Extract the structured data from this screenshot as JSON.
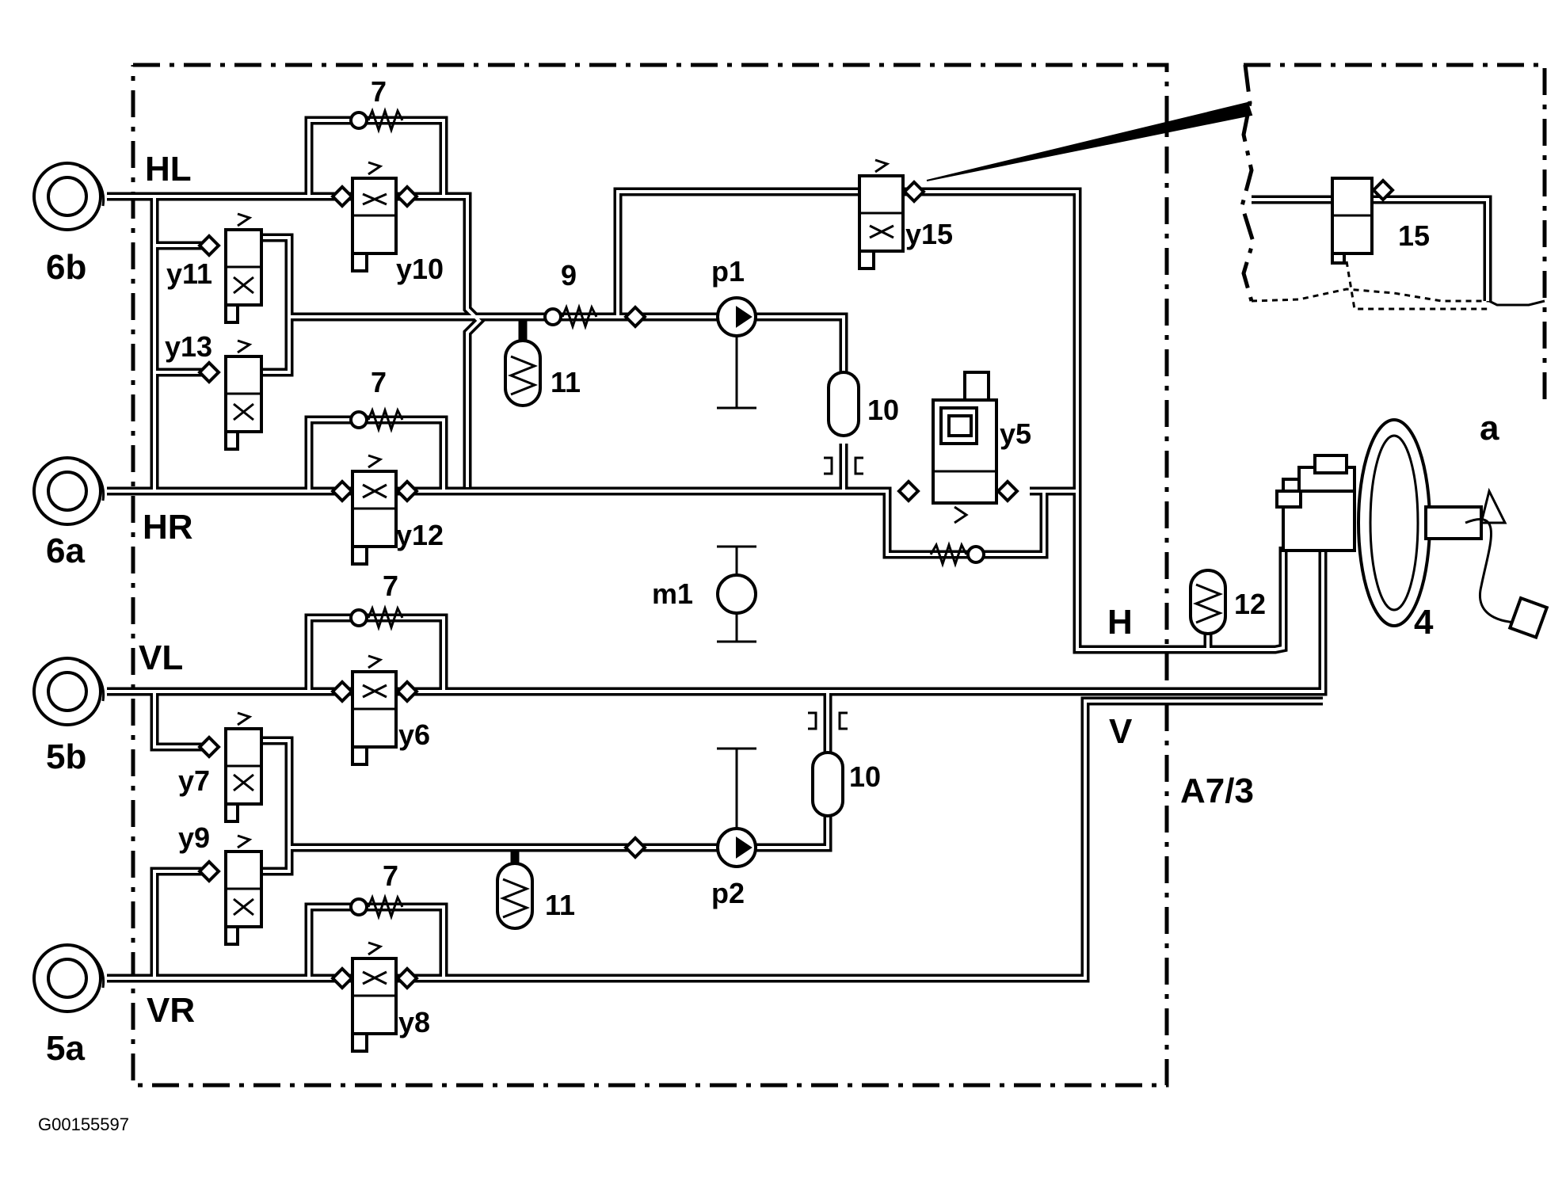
{
  "diagram": {
    "labels": {
      "HL": "HL",
      "HR": "HR",
      "VL": "VL",
      "VR": "VR",
      "wheel_6b": "6b",
      "wheel_6a": "6a",
      "wheel_5b": "5b",
      "wheel_5a": "5a",
      "y10": "y10",
      "y11": "y11",
      "y13": "y13",
      "y12": "y12",
      "y6": "y6",
      "y7": "y7",
      "y9": "y9",
      "y8": "y8",
      "y15": "y15",
      "y5": "y5",
      "check_7_1": "7",
      "check_7_2": "7",
      "check_7_3": "7",
      "check_7_4": "7",
      "check_9": "9",
      "acc_11_top": "11",
      "acc_11_bottom": "11",
      "damper_10_top": "10",
      "damper_10_bottom": "10",
      "pump_p1": "p1",
      "pump_p2": "p2",
      "motor_m1": "m1",
      "acc_12": "12",
      "line_H": "H",
      "line_V": "V",
      "unit_A7_3": "A7/3",
      "master_4": "4",
      "detail_15": "15",
      "detail_a": "a"
    },
    "figure_code": "G00155597"
  }
}
